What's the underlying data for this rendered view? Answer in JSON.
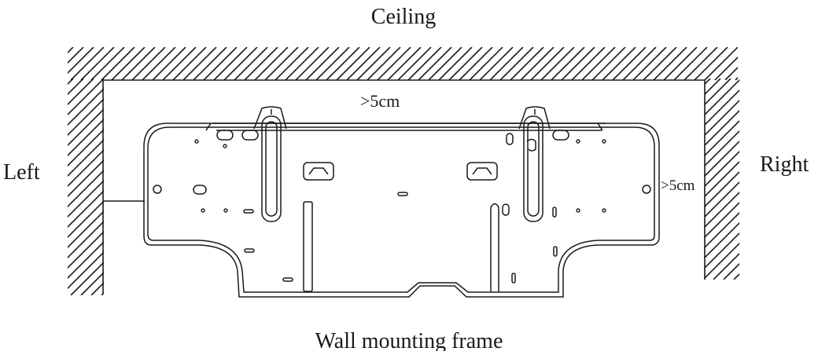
{
  "labels": {
    "ceiling": "Ceiling",
    "left": "Left",
    "right": "Right",
    "caption": "Wall mounting frame",
    "top_clearance": ">5cm",
    "side_clearance": ">5cm"
  },
  "colors": {
    "line": "#1a1a1a",
    "background": "#ffffff"
  },
  "icons": {
    "hatch": "wall-hatching"
  }
}
